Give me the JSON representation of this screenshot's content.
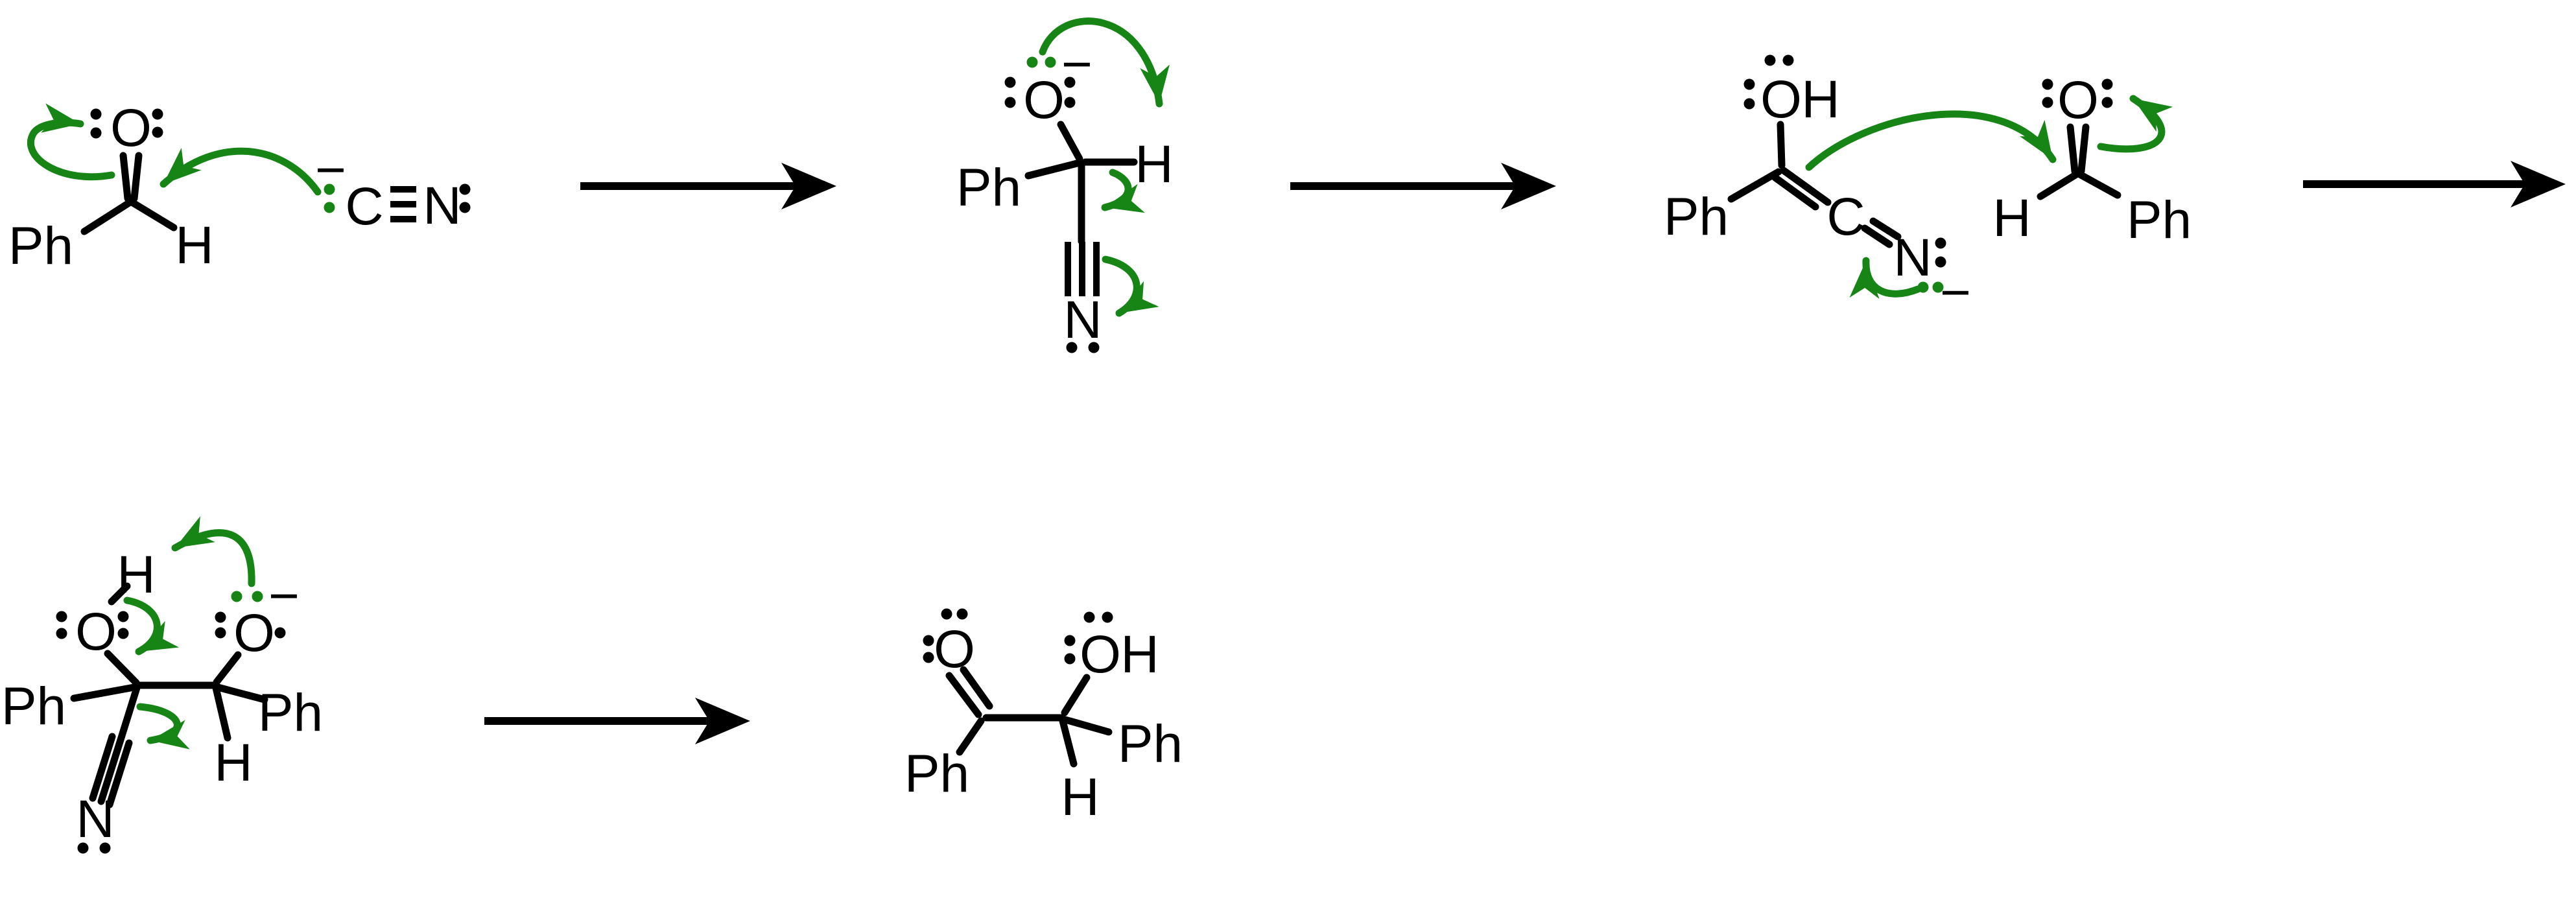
{
  "colors": {
    "bond": "#000000",
    "arrow_green": "#168516",
    "background": "#ffffff"
  },
  "row1": {
    "benzaldehyde": {
      "o": "O",
      "ph": "Ph",
      "h": "H"
    },
    "cyanide": {
      "charge": "−",
      "c": "C",
      "n": "N"
    },
    "cyanohydrin_alkoxide": {
      "charge": "−",
      "o": "O",
      "ph": "Ph",
      "h": "H",
      "n": "N"
    },
    "acyl_anion_equivalent": {
      "o": "O",
      "oh_h": "H",
      "ph": "Ph",
      "c": "C",
      "n": "N",
      "charge": "−"
    },
    "benzaldehyde_2": {
      "o": "O",
      "h": "H",
      "ph": "Ph"
    }
  },
  "row2": {
    "alkoxide_adduct": {
      "h_top": "H",
      "o_left": "O",
      "o_right": "O",
      "charge": "−",
      "ph_left": "Ph",
      "ph_right": "Ph",
      "h_bottom": "H",
      "n": "N"
    },
    "benzoin": {
      "o": "O",
      "oh_o": "O",
      "oh_h": "H",
      "ph_left": "Ph",
      "ph_right": "Ph",
      "h": "H"
    }
  }
}
